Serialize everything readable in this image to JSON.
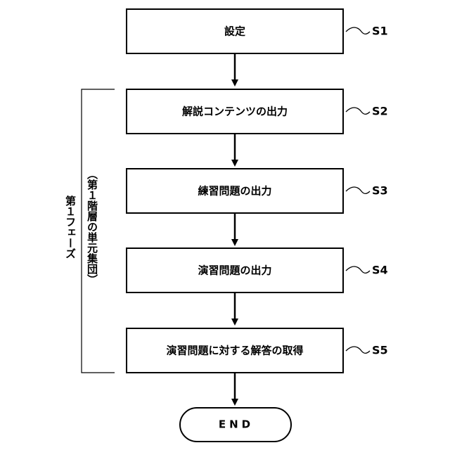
{
  "steps": [
    {
      "label": "設定",
      "id": "S1"
    },
    {
      "label": "解説コンテンツの出力",
      "id": "S2"
    },
    {
      "label": "練習問題の出力",
      "id": "S3"
    },
    {
      "label": "演習問題の出力",
      "id": "S4"
    },
    {
      "label": "演習問題に対する解答の取得",
      "id": "S5"
    }
  ],
  "terminal": {
    "label": "END"
  },
  "phase": {
    "title": "第１フェーズ",
    "subtitle": "（第１階層の単元集団）"
  }
}
